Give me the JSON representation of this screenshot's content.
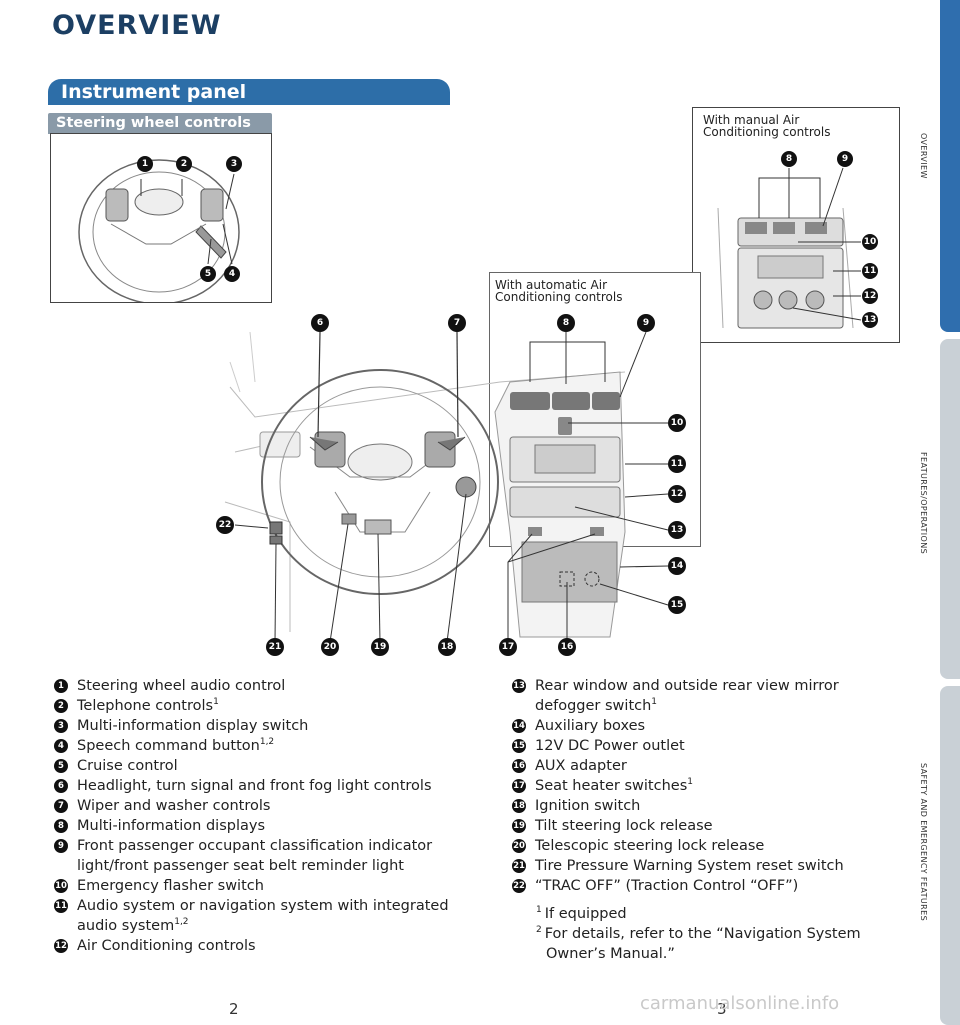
{
  "page_title": "OVERVIEW",
  "section_header": "Instrument panel",
  "sub_header": "Steering wheel controls",
  "box_manual_ac": "With manual Air Conditioning controls",
  "box_auto_ac": "With automatic Air Conditioning controls",
  "side_tabs": {
    "overview": "OVERVIEW",
    "features": "FEATURES/OPERATIONS",
    "safety": "SAFETY AND EMERGENCY FEATURES"
  },
  "legend_left": [
    {
      "num": "1",
      "text": "Steering wheel audio control",
      "sup": ""
    },
    {
      "num": "2",
      "text": "Telephone controls",
      "sup": "1"
    },
    {
      "num": "3",
      "text": "Multi-information display switch",
      "sup": ""
    },
    {
      "num": "4",
      "text": "Speech command button",
      "sup": "1,2"
    },
    {
      "num": "5",
      "text": "Cruise control",
      "sup": ""
    },
    {
      "num": "6",
      "text": "Headlight, turn signal and front fog light controls",
      "sup": ""
    },
    {
      "num": "7",
      "text": "Wiper and washer controls",
      "sup": ""
    },
    {
      "num": "8",
      "text": "Multi-information displays",
      "sup": ""
    },
    {
      "num": "9",
      "text": "Front passenger occupant classification indicator light/front passenger seat belt reminder light",
      "sup": ""
    },
    {
      "num": "10",
      "text": "Emergency flasher switch",
      "sup": ""
    },
    {
      "num": "11",
      "text": "Audio system or navigation system with integrated audio system",
      "sup": "1,2"
    },
    {
      "num": "12",
      "text": "Air Conditioning controls",
      "sup": ""
    }
  ],
  "legend_right": [
    {
      "num": "13",
      "text": "Rear window and outside rear view mirror defogger switch",
      "sup": "1"
    },
    {
      "num": "14",
      "text": "Auxiliary boxes",
      "sup": ""
    },
    {
      "num": "15",
      "text": "12V DC Power outlet",
      "sup": ""
    },
    {
      "num": "16",
      "text": "AUX adapter",
      "sup": ""
    },
    {
      "num": "17",
      "text": "Seat heater switches",
      "sup": "1"
    },
    {
      "num": "18",
      "text": "Ignition switch",
      "sup": ""
    },
    {
      "num": "19",
      "text": "Tilt steering lock release",
      "sup": ""
    },
    {
      "num": "20",
      "text": "Telescopic steering lock release",
      "sup": ""
    },
    {
      "num": "21",
      "text": "Tire Pressure Warning System reset switch",
      "sup": ""
    },
    {
      "num": "22",
      "text": "“TRAC OFF” (Traction Control “OFF”)",
      "sup": ""
    }
  ],
  "footnotes": [
    {
      "mark": "1",
      "text": "If equipped"
    },
    {
      "mark": "2",
      "text": "For details, refer to the “Navigation System Owner’s Manual.”"
    }
  ],
  "page_numbers": {
    "left": "2",
    "right": "3"
  },
  "watermark": "carmanualsonline.info",
  "callouts": {
    "steering": [
      "1",
      "2",
      "3",
      "4",
      "5"
    ],
    "manual_ac": [
      "8",
      "9",
      "10",
      "11",
      "12",
      "13"
    ],
    "main": [
      "6",
      "7",
      "8",
      "9",
      "10",
      "11",
      "12",
      "13",
      "14",
      "15",
      "16",
      "17",
      "18",
      "19",
      "20",
      "21",
      "22"
    ]
  },
  "colors": {
    "title": "#1c3f63",
    "header": "#2d6ea8",
    "subheader": "#8a9aa8",
    "tab_active": "#2f6eae",
    "tab_inactive": "#c9d0d6"
  }
}
